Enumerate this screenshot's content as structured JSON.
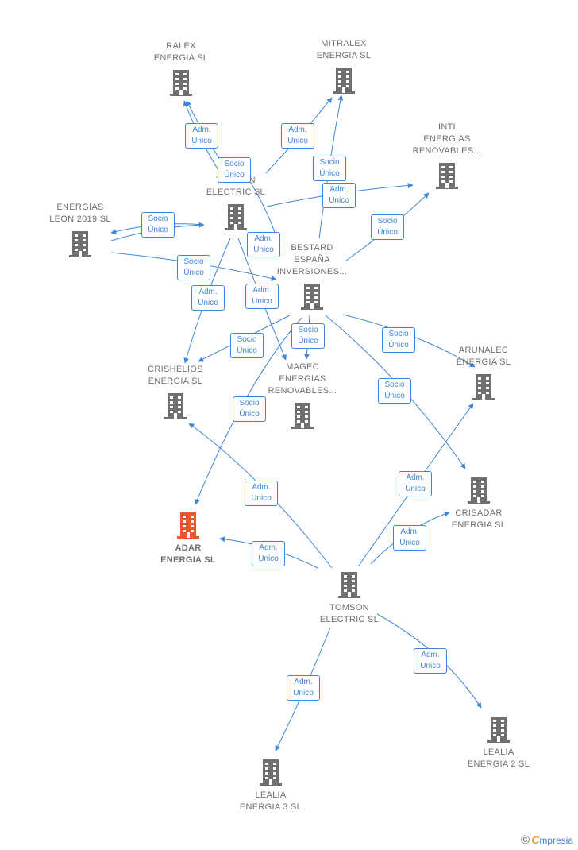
{
  "nodes": [
    {
      "id": "ralex",
      "label": "RALEX\nENERGIA  SL",
      "highlight": false
    },
    {
      "id": "mitralex",
      "label": "MITRALEX\nENERGIA  SL",
      "highlight": false
    },
    {
      "id": "inti",
      "label": "INTI\nENERGIAS\nRENOVABLES...",
      "highlight": false
    },
    {
      "id": "tomson_top",
      "label": "TOMSON\nELECTRIC  SL",
      "highlight": false
    },
    {
      "id": "energias_leon",
      "label": "ENERGIAS\nLEON 2019  SL",
      "highlight": false
    },
    {
      "id": "bestard",
      "label": "BESTARD\nESPAÑA\nINVERSIONES...",
      "highlight": false
    },
    {
      "id": "arunalec",
      "label": "ARUNALEC\nENERGIA  SL",
      "highlight": false
    },
    {
      "id": "crishelios",
      "label": "CRISHELIOS\nENERGIA  SL",
      "highlight": false
    },
    {
      "id": "magec",
      "label": "MAGEC\nENERGIAS\nRENOVABLES...",
      "highlight": false
    },
    {
      "id": "crisadar",
      "label": "CRISADAR\nENERGIA  SL",
      "highlight": false
    },
    {
      "id": "adar",
      "label": "ADAR\nENERGIA  SL",
      "highlight": true
    },
    {
      "id": "tomson",
      "label": "TOMSON\nELECTRIC  SL",
      "highlight": false
    },
    {
      "id": "lealia2",
      "label": "LEALIA\nENERGIA 2  SL",
      "highlight": false
    },
    {
      "id": "lealia3",
      "label": "LEALIA\nENERGIA 3  SL",
      "highlight": false
    }
  ],
  "badges": [
    {
      "line1": "Adm.",
      "line2": "Unico"
    },
    {
      "line1": "Socio",
      "line2": "Único"
    },
    {
      "line1": "Adm.",
      "line2": "Unico"
    },
    {
      "line1": "Socio",
      "line2": "Único"
    },
    {
      "line1": "Adm.",
      "line2": "Unico"
    },
    {
      "line1": "Socio",
      "line2": "Único"
    },
    {
      "line1": "Socio",
      "line2": "Único"
    },
    {
      "line1": "Adm.",
      "line2": "Unico"
    },
    {
      "line1": "Socio",
      "line2": "Único"
    },
    {
      "line1": "Adm.",
      "line2": "Unico"
    },
    {
      "line1": "Adm.",
      "line2": "Unico"
    },
    {
      "line1": "Socio",
      "line2": "Único"
    },
    {
      "line1": "Socio",
      "line2": "Único"
    },
    {
      "line1": "Socio",
      "line2": "Único"
    },
    {
      "line1": "Socio",
      "line2": "Único"
    },
    {
      "line1": "Socio",
      "line2": "Único"
    },
    {
      "line1": "Adm.",
      "line2": "Unico"
    },
    {
      "line1": "Adm.",
      "line2": "Unico"
    },
    {
      "line1": "Adm.",
      "line2": "Unico"
    },
    {
      "line1": "Adm.",
      "line2": "Unico"
    },
    {
      "line1": "Adm.",
      "line2": "Unico"
    },
    {
      "line1": "Adm.",
      "line2": "Unico"
    }
  ],
  "logo": {
    "copyright": "©",
    "brand_initial": "C",
    "brand_rest": "mpresia"
  },
  "colors": {
    "edge": "#3f86d6",
    "node": "#6f6f6f",
    "highlight": "#e8582a"
  },
  "icons": {
    "company": "building-icon"
  }
}
